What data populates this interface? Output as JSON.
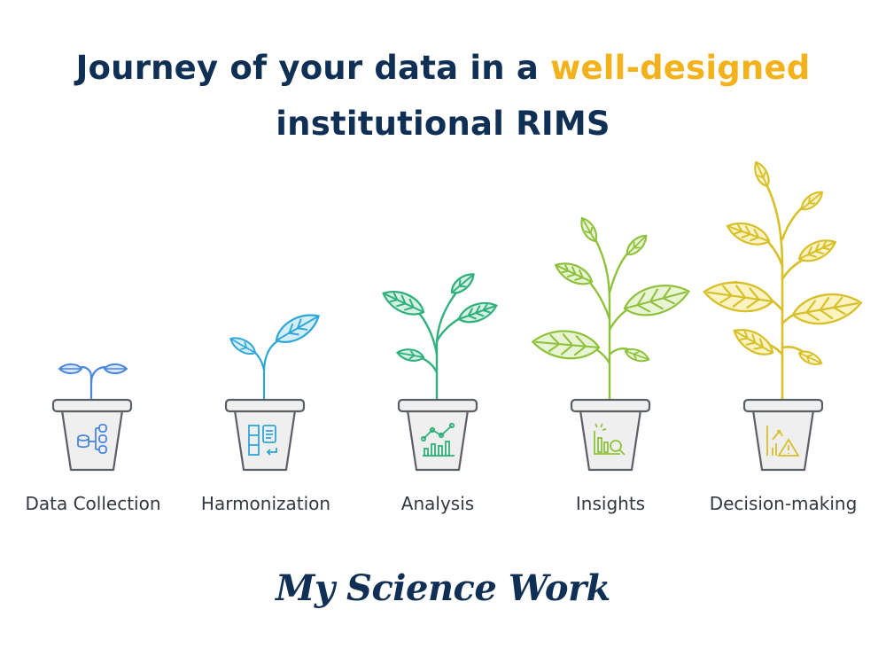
{
  "title": {
    "line1_prefix": "Journey of your data in a ",
    "line1_highlight": "well-designed",
    "line2": "institutional RIMS"
  },
  "colors": {
    "title": "#0f2f55",
    "highlight": "#f3b21b",
    "pot_fill": "#efefef",
    "pot_stroke": "#5a5f66"
  },
  "stages": [
    {
      "label": "Data Collection",
      "color": "#4a86e0",
      "leaf": "#dbe7fb",
      "icon": "database-sync-icon"
    },
    {
      "label": "Harmonization",
      "color": "#2ea6d6",
      "leaf": "#d4eef8",
      "icon": "grid-document-icon"
    },
    {
      "label": "Analysis",
      "color": "#30b07c",
      "leaf": "#d7f1e4",
      "icon": "line-bar-chart-icon"
    },
    {
      "label": "Insights",
      "color": "#8fc23c",
      "leaf": "#e9f4d5",
      "icon": "chart-magnifier-icon"
    },
    {
      "label": "Decision-making",
      "color": "#d7c02a",
      "leaf": "#fbf3c2",
      "icon": "decision-warning-icon"
    }
  ],
  "brand": "My Science Work"
}
